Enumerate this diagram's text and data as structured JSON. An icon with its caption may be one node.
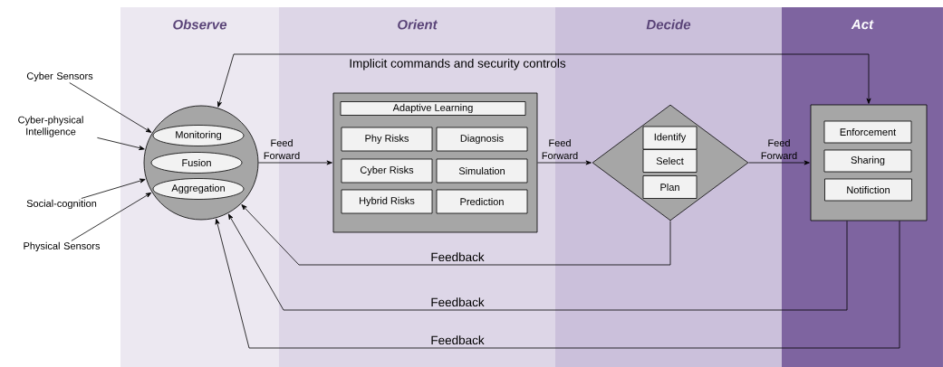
{
  "diagram": {
    "nodes": [
      {
        "text": [
          "Observe"
        ]
      },
      {
        "text": [
          "Orient"
        ]
      },
      {
        "text": [
          "Decide"
        ]
      },
      {
        "text": [
          "Act"
        ]
      },
      {
        "text": [
          "Cyber Sensors"
        ]
      },
      {
        "text": [
          "Cyber-physical Intelligence"
        ]
      },
      {
        "text": [
          "Social-cognition"
        ]
      },
      {
        "text": [
          "Physical Sensors"
        ]
      },
      {
        "text": [],
        "shape": "circle",
        "in": 0
      },
      {
        "text": [
          "Monitoring"
        ],
        "in": 8
      },
      {
        "text": [
          "Fusion"
        ],
        "in": 8
      },
      {
        "text": [
          "Aggregation"
        ],
        "in": 8
      },
      {
        "text": [],
        "shape": "box",
        "in": 1
      },
      {
        "text": [
          "Adaptive Learning"
        ],
        "in": 12
      },
      {
        "text": [
          "Phy Risks"
        ],
        "in": 12
      },
      {
        "text": [
          "Diagnosis"
        ],
        "in": 12
      },
      {
        "text": [
          "Cyber  Risks"
        ],
        "in": 12
      },
      {
        "text": [
          "Simulation"
        ],
        "in": 12
      },
      {
        "text": [
          "Hybrid  Risks"
        ],
        "in": 12
      },
      {
        "text": [
          "Prediction"
        ],
        "in": 12
      },
      {
        "text": [],
        "shape": "diamond",
        "in": 2
      },
      {
        "text": [
          "Identify"
        ],
        "in": 20
      },
      {
        "text": [
          "Select"
        ],
        "in": 20
      },
      {
        "text": [
          "Plan"
        ],
        "in": 20
      },
      {
        "text": [],
        "shape": "box",
        "in": 3
      },
      {
        "text": [
          "Enforcement"
        ],
        "in": 24
      },
      {
        "text": [
          "Sharing"
        ],
        "in": 24
      },
      {
        "text": [
          "Notifiction"
        ],
        "in": 24
      }
    ],
    "edges": [
      {
        "from": 4,
        "to": 8,
        "arrow": "to"
      },
      {
        "from": 5,
        "to": 8,
        "arrow": "to"
      },
      {
        "from": 6,
        "to": 8,
        "arrow": "to"
      },
      {
        "from": 7,
        "to": 8,
        "arrow": "to"
      },
      {
        "from": 8,
        "to": 12,
        "arrow": "to",
        "label": "Feed Forward"
      },
      {
        "from": 12,
        "to": 20,
        "arrow": "to",
        "label": "Feed Forward"
      },
      {
        "from": 20,
        "to": 24,
        "arrow": "to",
        "label": "Feed Forward"
      },
      {
        "from": 8,
        "to": 24,
        "arrow": "both",
        "label": "Implicit commands and security controls"
      },
      {
        "from": 20,
        "to": 8,
        "arrow": "to",
        "label": "Feedback"
      },
      {
        "from": 24,
        "to": 8,
        "arrow": "to",
        "label": "Feedback"
      },
      {
        "from": 24,
        "to": 8,
        "arrow": "to",
        "label": "Feedback"
      }
    ]
  }
}
